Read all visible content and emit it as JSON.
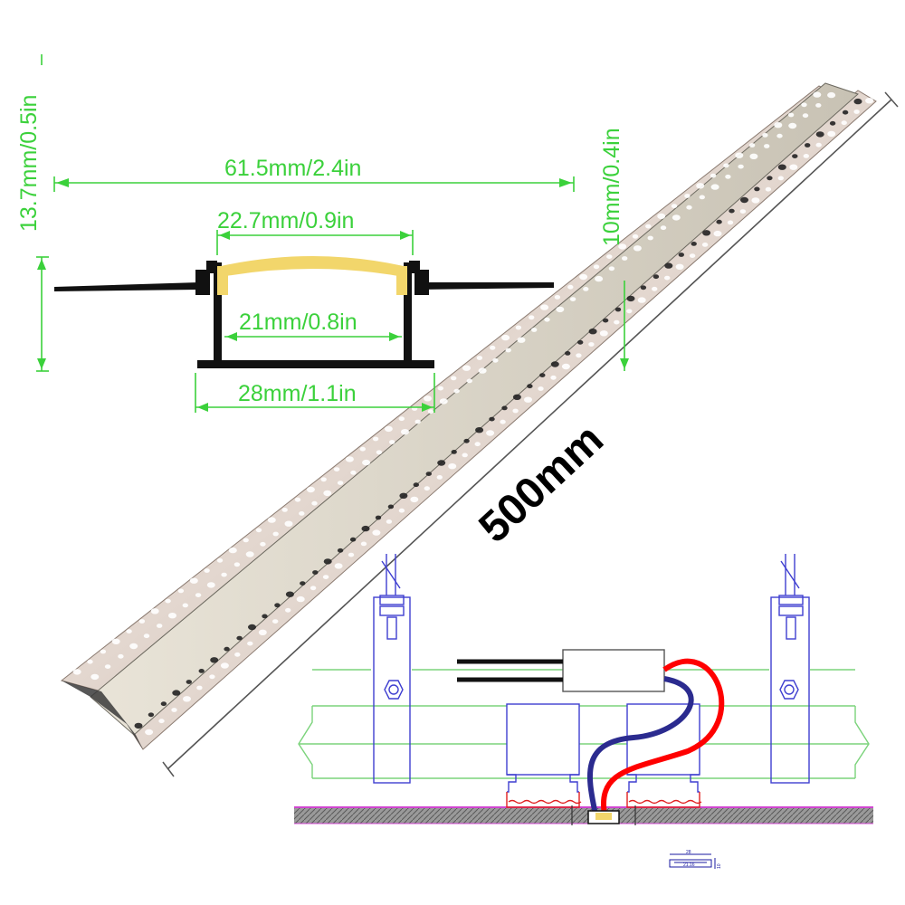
{
  "colors": {
    "dimension": "#3bd13b",
    "profile": "#000000",
    "diffuser": "#f2d66b",
    "aluminum": "#d3c3b8",
    "cable_red": "#ff0000",
    "cable_blue": "#2b2b8f",
    "ceiling_outline": "#7bd37b",
    "bracket_blue": "#3f3fd0",
    "plaster_pink": "#d046d0"
  },
  "cross_section": {
    "overall_width": "61.5mm/2.4in",
    "diffuser_width": "22.7mm/0.9in",
    "inner_width": "21mm/0.8in",
    "bottom_width": "28mm/1.1in",
    "total_height": "13.7mm/0.5in",
    "channel_height": "10mm/0.4in"
  },
  "profile": {
    "length": "500mm",
    "icon": "perforated-aluminum-plaster-in-profile"
  },
  "installation": {
    "icon": "ceiling-installation-diagram",
    "mini_profile": {
      "top": "28",
      "inner": "21.16",
      "height": "10"
    }
  }
}
